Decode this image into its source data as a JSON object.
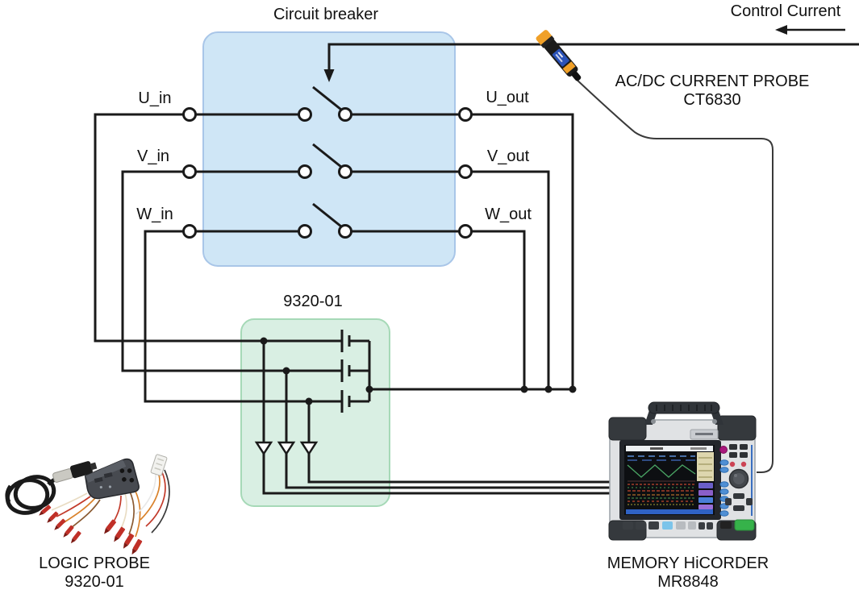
{
  "labels": {
    "circuit_breaker": "Circuit breaker",
    "control_current": "Control Current",
    "interface_block": "9320-01",
    "current_probe_name": "AC/DC CURRENT PROBE",
    "current_probe_model": "CT6830",
    "logic_probe_name": "LOGIC PROBE",
    "logic_probe_model": "9320-01",
    "recorder_name": "MEMORY HiCORDER",
    "recorder_model": "MR8848"
  },
  "phases": {
    "inputs": [
      "U_in",
      "V_in",
      "W_in"
    ],
    "outputs": [
      "U_out",
      "V_out",
      "W_out"
    ]
  },
  "colors": {
    "breaker_fill": "#cfe6f6",
    "breaker_border": "#a9c6e8",
    "sensor_fill": "#d9efe3",
    "sensor_border": "#a6d9b7",
    "wire": "#1a1a1a"
  }
}
